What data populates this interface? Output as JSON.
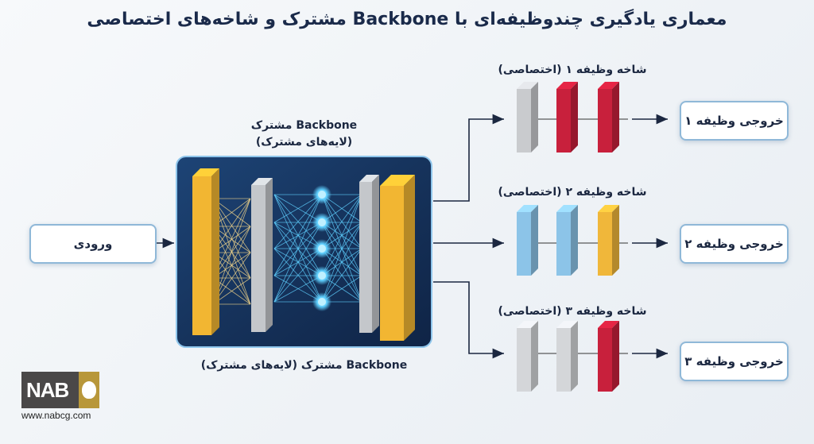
{
  "title": "معماری یادگیری چندوظیفه‌ای با Backbone مشترک و شاخه‌های اختصاصی",
  "input": {
    "label": "ورودی"
  },
  "backbone": {
    "top_label_line1": "Backbone مشترک",
    "top_label_line2": "(لایه‌های مشترک)",
    "bottom_label": "Backbone مشترک (لایه‌های مشترک)"
  },
  "branches": [
    {
      "label": "شاخه وظیفه ۱ (اختصاصی)",
      "output": "خروجی وظیفه ۱",
      "layer_colors": [
        "#c9cbce",
        "#c8203c",
        "#c8203c"
      ]
    },
    {
      "label": "شاخه وظیفه ۲ (اختصاصی)",
      "output": "خروجی وظیفه ۲",
      "layer_colors": [
        "#8cc4e8",
        "#8cc4e8",
        "#f0b73a"
      ]
    },
    {
      "label": "شاخه وظیفه ۳ (اختصاصی)",
      "output": "خروجی وظیفه ۳",
      "layer_colors": [
        "#d4d6d9",
        "#d4d6d9",
        "#c8203c"
      ]
    }
  ],
  "colors": {
    "navy": "#15345e",
    "gold": "#f2b632",
    "silver": "#c4c7cb",
    "glow": "#5fd0ff"
  },
  "logo": {
    "text": "NAB",
    "url": "www.nabcg.com"
  }
}
